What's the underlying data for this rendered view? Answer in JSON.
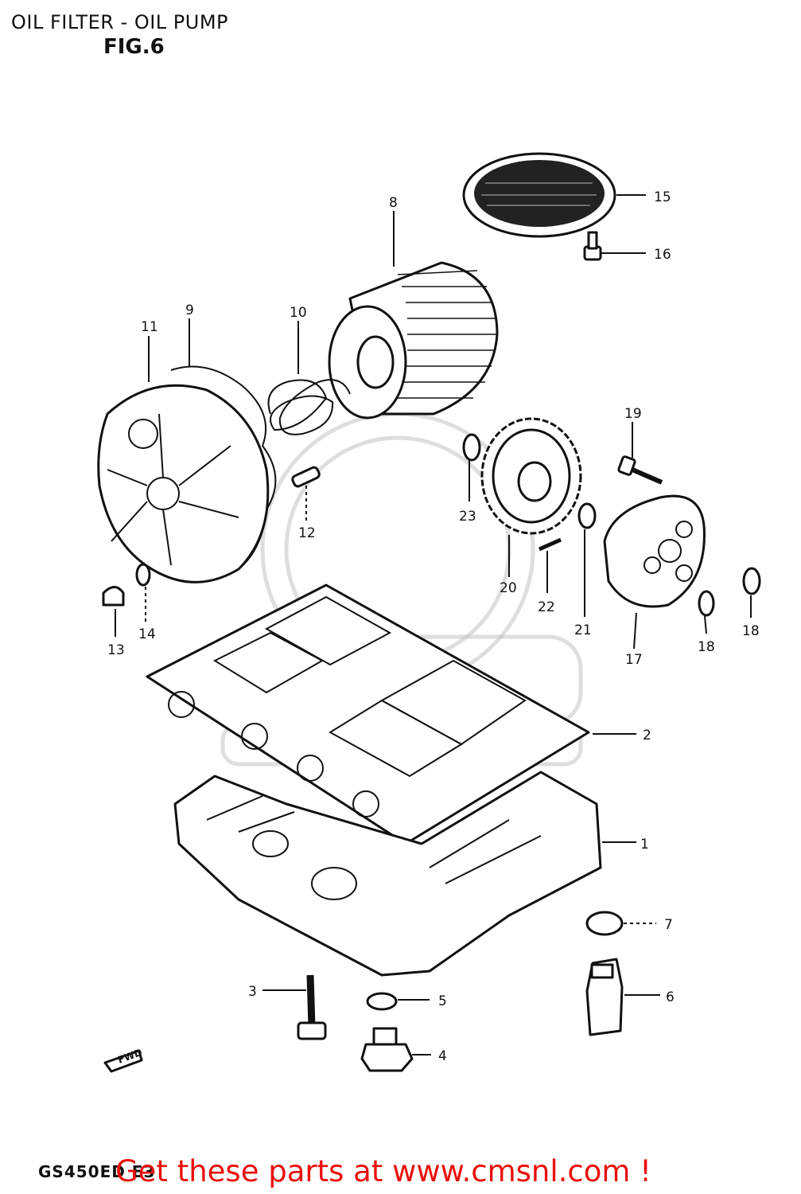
{
  "header": {
    "title": "OIL FILTER - OIL PUMP",
    "figure": "FIG.6"
  },
  "footer": {
    "model_code": "GS450ED E3",
    "banner": "Get these parts at www.cmsnl.com !"
  },
  "arrow_label": "FWD",
  "callouts": [
    {
      "id": "1",
      "label": "1"
    },
    {
      "id": "2",
      "label": "2"
    },
    {
      "id": "3",
      "label": "3"
    },
    {
      "id": "4",
      "label": "4"
    },
    {
      "id": "5",
      "label": "5"
    },
    {
      "id": "6",
      "label": "6"
    },
    {
      "id": "7",
      "label": "7"
    },
    {
      "id": "8",
      "label": "8"
    },
    {
      "id": "9",
      "label": "9"
    },
    {
      "id": "10",
      "label": "10"
    },
    {
      "id": "11",
      "label": "11"
    },
    {
      "id": "12",
      "label": "12"
    },
    {
      "id": "13",
      "label": "13"
    },
    {
      "id": "14",
      "label": "14"
    },
    {
      "id": "15",
      "label": "15"
    },
    {
      "id": "16",
      "label": "16"
    },
    {
      "id": "17",
      "label": "17"
    },
    {
      "id": "18a",
      "label": "18"
    },
    {
      "id": "18b",
      "label": "18"
    },
    {
      "id": "19",
      "label": "19"
    },
    {
      "id": "20",
      "label": "20"
    },
    {
      "id": "21",
      "label": "21"
    },
    {
      "id": "22",
      "label": "22"
    },
    {
      "id": "23",
      "label": "23"
    }
  ],
  "colors": {
    "banner": "#e8100c",
    "ink": "#111111"
  }
}
